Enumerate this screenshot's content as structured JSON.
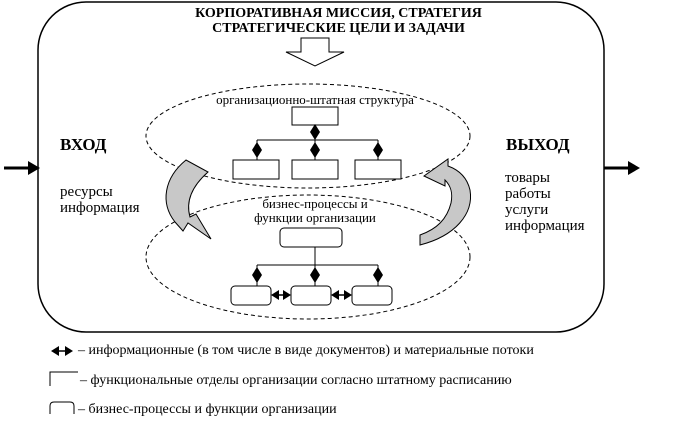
{
  "title": {
    "line1": "КОРПОРАТИВНАЯ МИССИЯ, СТРАТЕГИЯ",
    "line2": "СТРАТЕГИЧЕСКИЕ ЦЕЛИ И ЗАДАЧИ"
  },
  "input": {
    "heading": "ВХОД",
    "items": [
      "ресурсы",
      "информация"
    ]
  },
  "output": {
    "heading": "ВЫХОД",
    "items": [
      "товары",
      "работы",
      "услуги",
      "информация"
    ]
  },
  "upper_ellipse_label": "организационно-штатная структура",
  "lower_ellipse_label": {
    "line1": "бизнес-процессы и",
    "line2": "функции организации"
  },
  "legend": [
    {
      "icon": "double-arrow-icon",
      "text": "– информационные (в том числе в виде документов) и материальные потоки"
    },
    {
      "icon": "rectangle-icon",
      "text": "– функциональные отделы организации согласно штатному расписанию"
    },
    {
      "icon": "rounded-rectangle-icon",
      "text": "– бизнес-процессы и функции организации"
    }
  ]
}
